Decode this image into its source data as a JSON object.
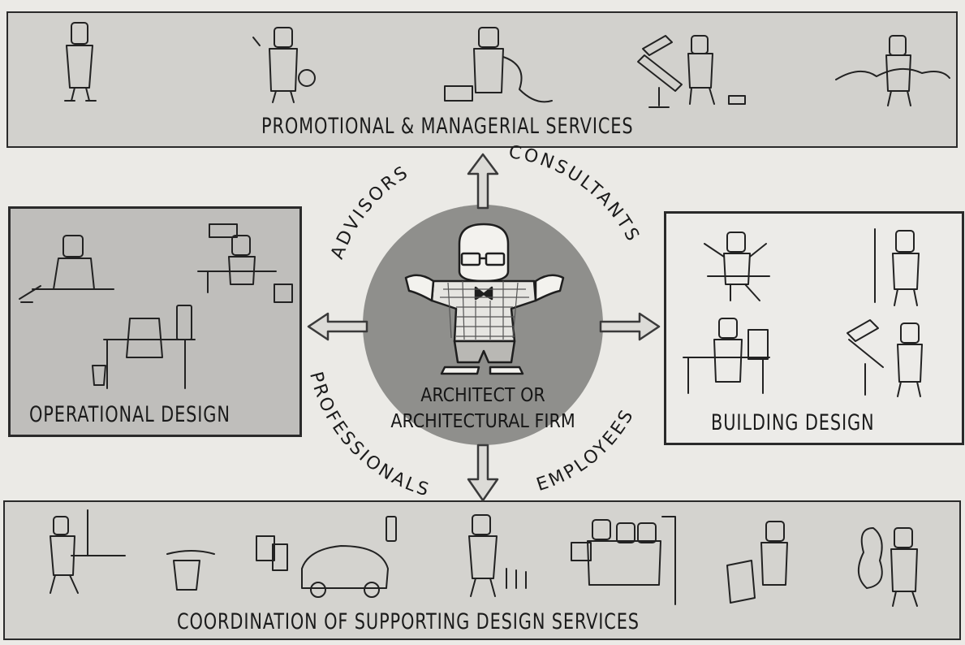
{
  "top_band": {
    "title": "PROMOTIONAL & MANAGERIAL  SERVICES"
  },
  "left_box": {
    "title": "OPERATIONAL   DESIGN"
  },
  "right_box": {
    "title": "BUILDING   DESIGN"
  },
  "bottom_band": {
    "title": "COORDINATION   OF   SUPPORTING   DESIGN   SERVICES"
  },
  "center": {
    "line1": "ARCHITECT OR",
    "line2": "ARCHITECTURAL FIRM"
  },
  "relations": {
    "advisors": "ADVISORS",
    "consultants": "CONSULTANTS",
    "professionals": "PROFESSIONALS",
    "employees": "EMPLOYEES"
  },
  "colors": {
    "background": "#ebeae6",
    "center_circle": "#8f8f8c",
    "ink": "#1b1b1b"
  }
}
